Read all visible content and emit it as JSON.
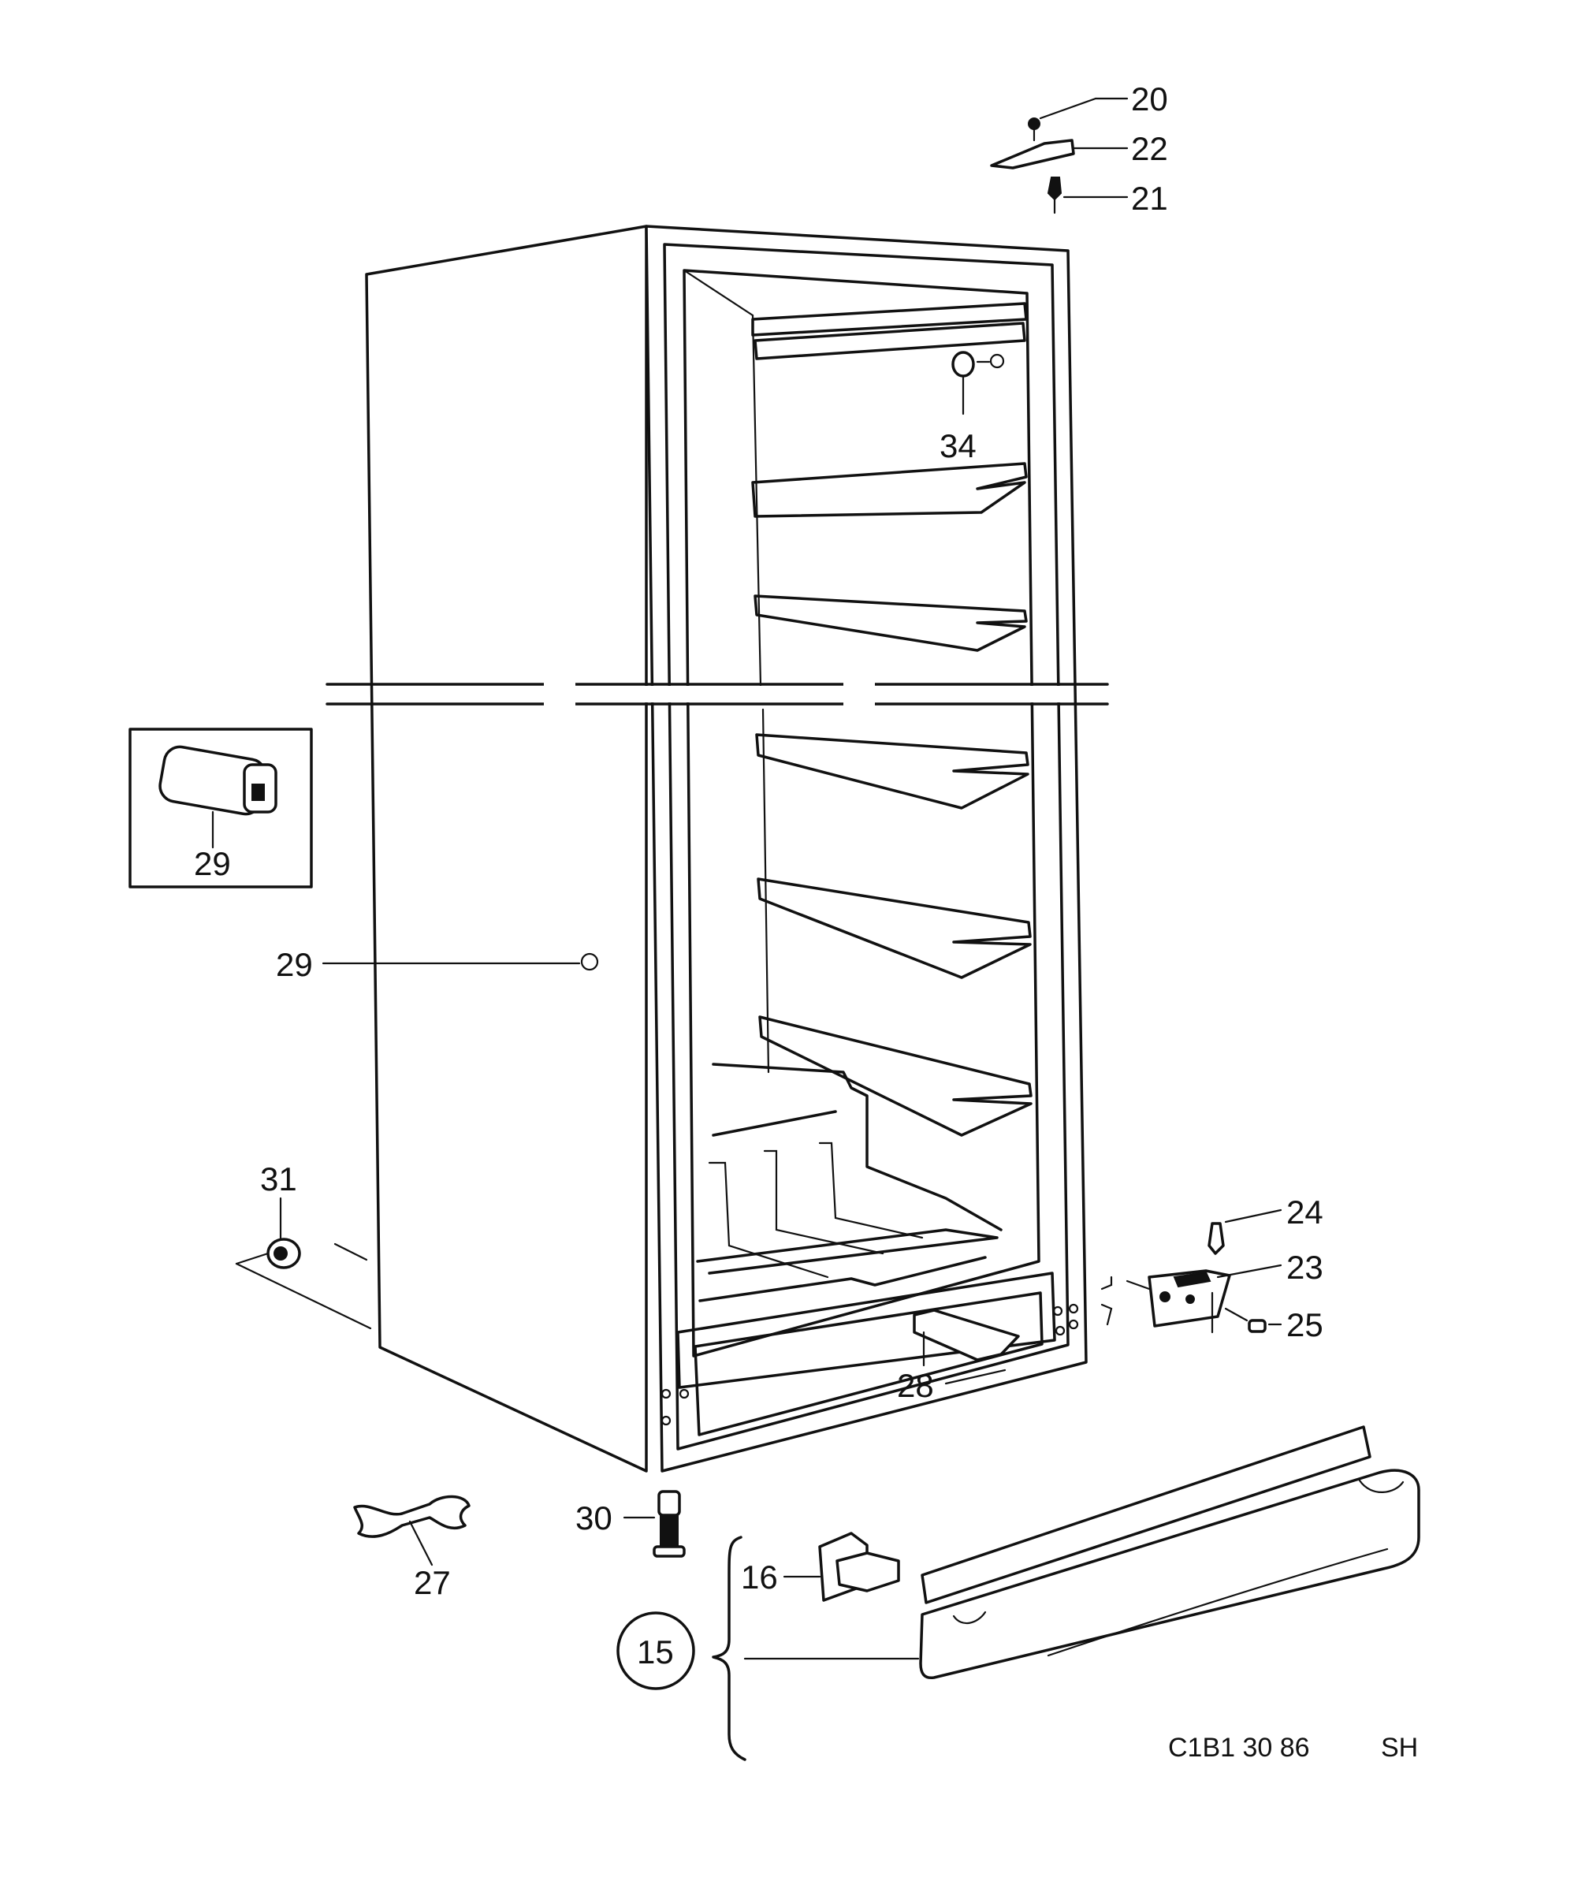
{
  "callouts": {
    "c20": "20",
    "c22": "22",
    "c21": "21",
    "c34": "34",
    "c29_inset": "29",
    "c29": "29",
    "c31": "31",
    "c24": "24",
    "c23": "23",
    "c25": "25",
    "c28": "28",
    "c30": "30",
    "c27": "27",
    "c16": "16",
    "c15": "15"
  },
  "footer": {
    "code": "C1B1 30 86",
    "initials": "SH"
  }
}
